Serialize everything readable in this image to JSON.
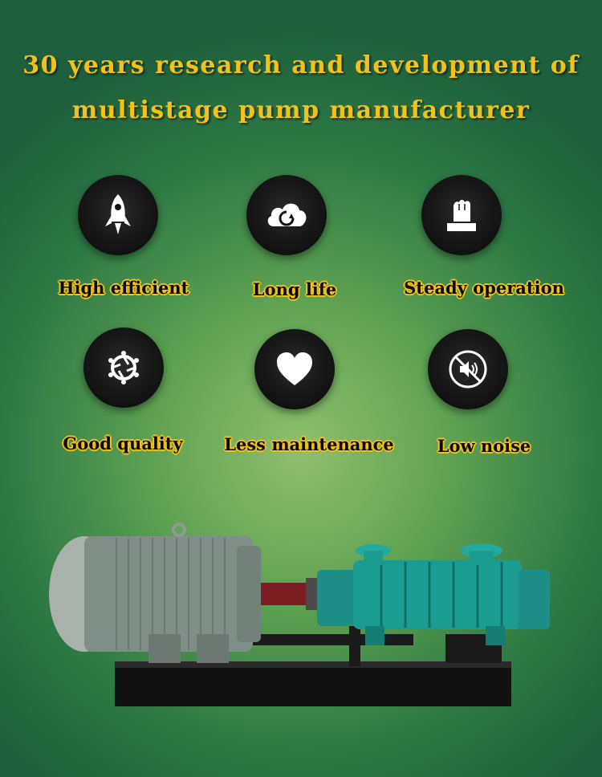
{
  "heading": {
    "line1": "30 years research and development of",
    "line2": "multistage pump manufacturer"
  },
  "features": [
    {
      "label": "High efficient",
      "icon": "rocket-icon"
    },
    {
      "label": "Long life",
      "icon": "cloud-refresh-icon"
    },
    {
      "label": "Steady operation",
      "icon": "fist-icon"
    },
    {
      "label": "Good quality",
      "icon": "aperture-icon"
    },
    {
      "label": "Less maintenance",
      "icon": "heart-icon"
    },
    {
      "label": "Low noise",
      "icon": "mute-icon"
    }
  ],
  "colors": {
    "heading": "#f3c21a",
    "label_outline": "#f3c21a",
    "icon_bg": "#111111",
    "background": "#5fa252"
  },
  "image": {
    "subject": "pump-photo"
  }
}
